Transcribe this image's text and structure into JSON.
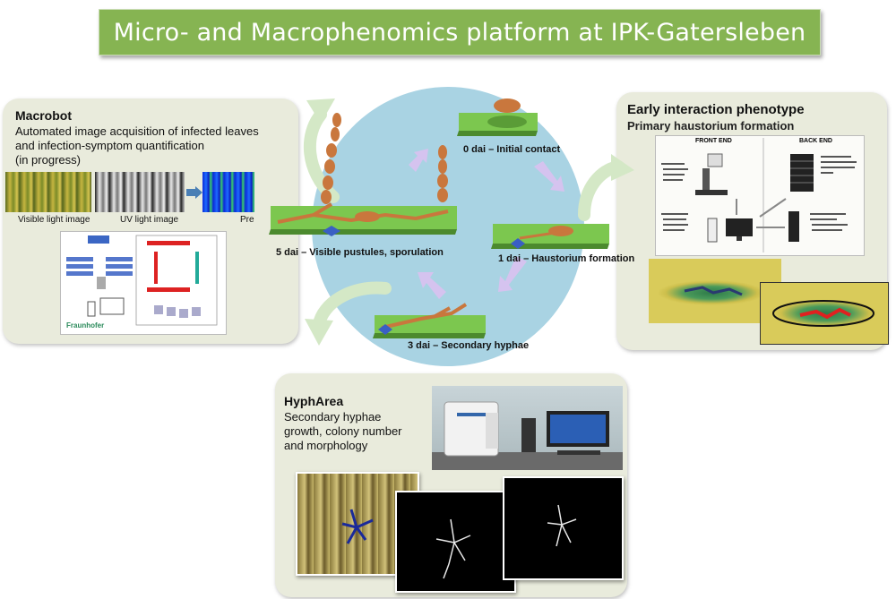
{
  "title": "Micro- and Macrophenomics platform at IPK-Gatersleben",
  "macrobot": {
    "title": "Macrobot",
    "description": [
      "Automated image acquisition of infected leaves",
      "and infection-symptom quantification",
      "(in progress)"
    ],
    "image_labels": [
      "Visible light image",
      "UV light image",
      "Pre"
    ],
    "schematic_brand": "Fraunhofer"
  },
  "cycle": {
    "stages": [
      "0 dai – Initial contact",
      "1 dai – Haustorium formation",
      "3 dai – Secondary hyphae",
      "5 dai – Visible pustules, sporulation"
    ]
  },
  "early": {
    "title": "Early interaction phenotype",
    "subtitle": "Primary haustorium formation",
    "front_end": "FRONT END",
    "back_end": "BACK END"
  },
  "hypharea": {
    "title": "HyphArea",
    "description": [
      "Secondary hyphae",
      "growth, colony number",
      "and morphology"
    ]
  },
  "colors": {
    "banner": "#86b452",
    "panel": "#e9ebdc",
    "ellipse": "#a9d3e3",
    "leaf": "#6ebe45",
    "fungus": "#c9773d",
    "arrow": "#d5c3ef"
  }
}
